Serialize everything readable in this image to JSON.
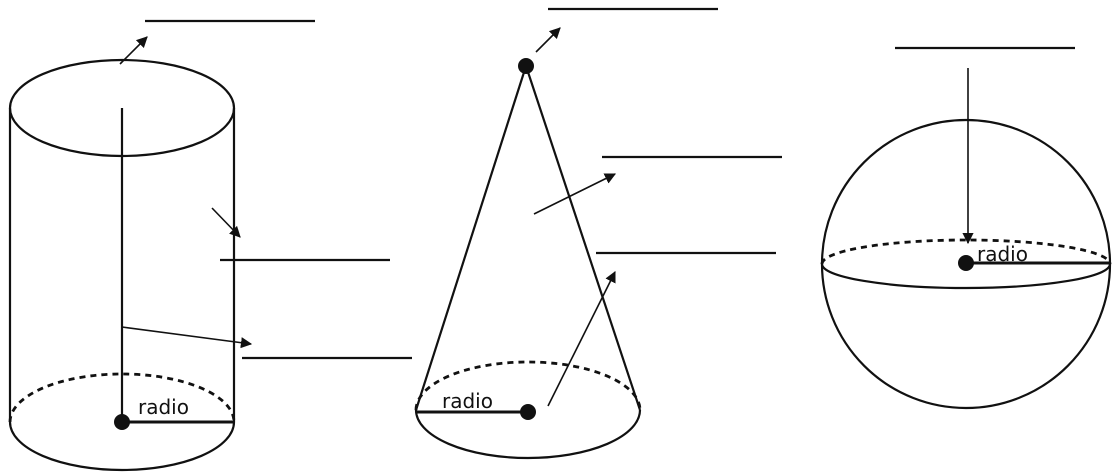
{
  "figures": {
    "cylinder": {
      "radius_label": "radio"
    },
    "cone": {
      "radius_label": "radio"
    },
    "sphere": {
      "radius_label": "radio"
    }
  },
  "colors": {
    "ink": "#111111",
    "background": "#ffffff"
  }
}
